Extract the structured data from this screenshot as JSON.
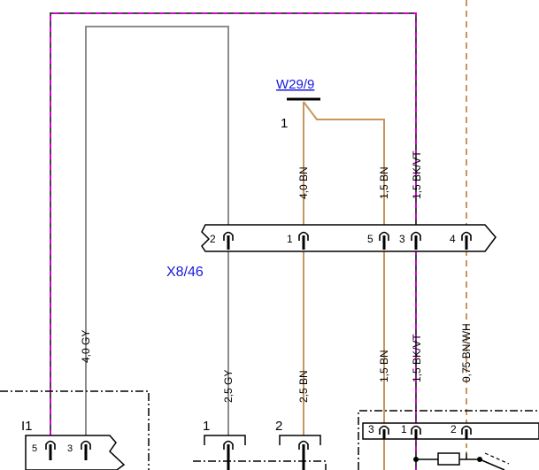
{
  "ground_point": {
    "id": "W29/9",
    "number": "1"
  },
  "connector_x8": {
    "id": "X8/46",
    "pins": [
      "2",
      "1",
      "5",
      "3",
      "4"
    ]
  },
  "component_i1": {
    "id": "I1",
    "pins": [
      "5",
      "3"
    ]
  },
  "connectors_bottom": {
    "c1": {
      "id": "1"
    },
    "c2": {
      "id": "2"
    },
    "right": {
      "pins": [
        "3",
        "1",
        "2"
      ]
    }
  },
  "wires": {
    "w_4_0_bn": "4,0 BN",
    "w_1_5_bn_top": "1,5 BN",
    "w_1_5_bkvt_top": "1,5 BK/VT",
    "w_4_0_gy": "4,0 GY",
    "w_2_5_gy": "2,5 GY",
    "w_2_5_bn": "2,5 BN",
    "w_1_5_bn_bottom": "1,5 BN",
    "w_1_5_bkvt_bottom": "1,5 BK/VT",
    "w_0_75_bnwh": "0,75 BN/WH"
  },
  "colors": {
    "brown": "#c8965a",
    "gray": "#8c8c8c",
    "black_violet": "#444444",
    "violet": "#d400d4",
    "label_blue": "#1a1adc"
  }
}
